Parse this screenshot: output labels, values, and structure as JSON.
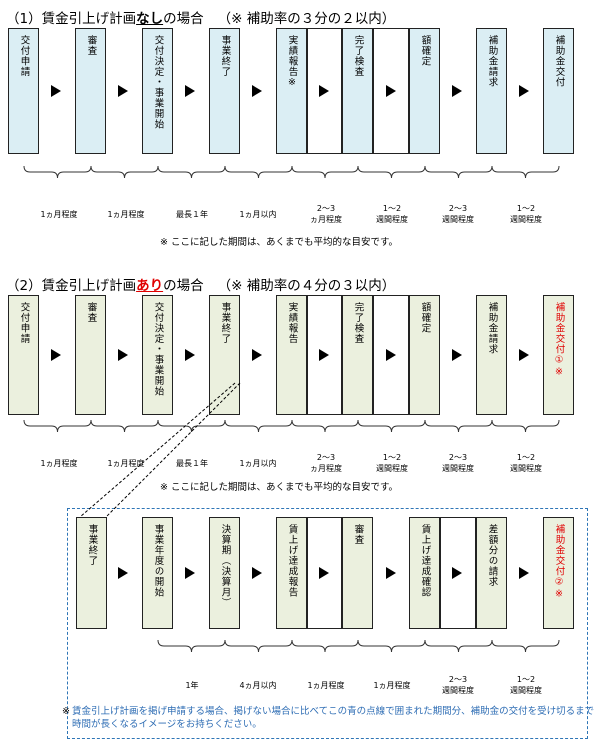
{
  "section1": {
    "number": "（1）",
    "title_a": "賃金引上げ計画",
    "title_emph": "なし",
    "title_b": "の場合",
    "note": "（※ 補助率の３分の２以内）",
    "steps": [
      "交付申請",
      "審査",
      "交付決定・事業開始",
      "事業終了",
      "実績報告※",
      "完了検査",
      "額確定",
      "補助金請求",
      "補助金交付"
    ],
    "durations": [
      "1ヵ月程度",
      "1ヵ月程度",
      "最長１年",
      "1ヵ月以内",
      "2～3\nヵ月程度",
      "1～2\n週間程度",
      "2～3\n週間程度",
      "1～2\n週間程度"
    ],
    "footnote": "※ ここに記した期間は、あくまでも平均的な目安です。"
  },
  "section2": {
    "number": "（2）",
    "title_a": "賃金引上げ計画",
    "title_emph": "あり",
    "title_b": "の場合",
    "note": "（※ 補助率の４分の３以内）",
    "steps": [
      "交付申請",
      "審査",
      "交付決定・事業開始",
      "事業終了",
      "実績報告",
      "完了検査",
      "額確定",
      "補助金請求",
      "補助金交付①※"
    ],
    "durations": [
      "1ヵ月程度",
      "1ヵ月程度",
      "最長１年",
      "1ヵ月以内",
      "2～3\nヵ月程度",
      "1～2\n週間程度",
      "2～3\n週間程度",
      "1～2\n週間程度"
    ],
    "footnote": "※ ここに記した期間は、あくまでも平均的な目安です。"
  },
  "section3": {
    "steps": [
      "事業終了",
      "事業年度の開始",
      "決算期（決算月）",
      "賃上げ達成報告",
      "審査",
      "賃上げ達成確認",
      "差額分の請求",
      "補助金交付②※"
    ],
    "durations": [
      "1年",
      "4ヵ月以内",
      "1ヵ月程度",
      "1ヵ月程度",
      "2～3\n週間程度",
      "1～2\n週間程度"
    ],
    "note_mark": "※",
    "note": "賃金引上げ計画を掲げ申請する場合、掲げない場合に比べてこの青の点線で囲まれた期間分、補助金の交付を受け切るまで時間が長くなるイメージをお持ちください。"
  },
  "colors": {
    "blue_box": "#dbeef4",
    "green_box": "#ebf0de",
    "red_text": "#e00000",
    "dash_blue": "#2e75b6"
  }
}
